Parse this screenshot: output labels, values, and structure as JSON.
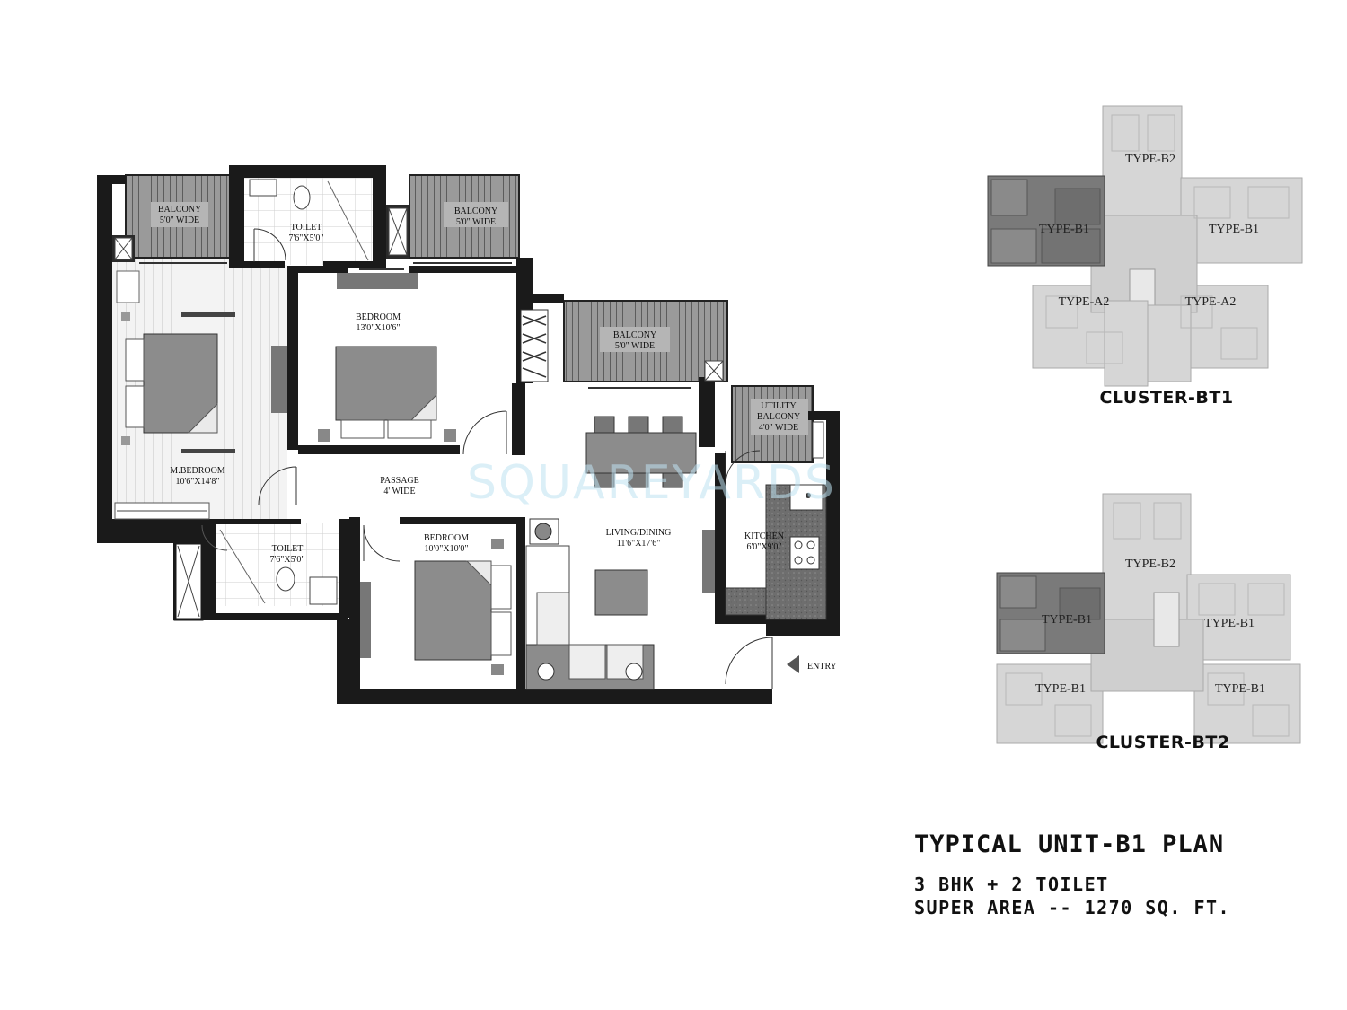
{
  "plan": {
    "rooms": {
      "balcony_left": {
        "name": "BALCONY",
        "size": "5'0\" WIDE"
      },
      "toilet_top": {
        "name": "TOILET",
        "size": "7'6\"X5'0\""
      },
      "balcony_mid": {
        "name": "BALCONY",
        "size": "5'0\" WIDE"
      },
      "bedroom_2": {
        "name": "BEDROOM",
        "size": "13'0\"X10'6\""
      },
      "balcony_right": {
        "name": "BALCONY",
        "size": "5'0\" WIDE"
      },
      "utility_balcony": {
        "line1": "UTILITY",
        "line2": "BALCONY",
        "size": "4'0\" WIDE"
      },
      "master_bedroom": {
        "name": "M.BEDROOM",
        "size": "10'6\"X14'8\""
      },
      "passage": {
        "name": "PASSAGE",
        "size": "4' WIDE"
      },
      "kitchen": {
        "name": "KITCHEN",
        "size": "6'0\"X9'0\""
      },
      "living_dining": {
        "name": "LIVING/DINING",
        "size": "11'6\"X17'6\""
      },
      "toilet_bottom": {
        "name": "TOILET",
        "size": "7'6\"X5'0\""
      },
      "bedroom_3": {
        "name": "BEDROOM",
        "size": "10'0\"X10'0\""
      }
    },
    "entry_label": "ENTRY",
    "watermark": "SQUAREYARDS"
  },
  "clusters": [
    {
      "name": "CLUSTER-BT1",
      "types": [
        "TYPE-B2",
        "TYPE-B1",
        "TYPE-B1",
        "TYPE-A2",
        "TYPE-A2"
      ]
    },
    {
      "name": "CLUSTER-BT2",
      "types": [
        "TYPE-B2",
        "TYPE-B1",
        "TYPE-B1",
        "TYPE-B1",
        "TYPE-B1"
      ]
    }
  ],
  "title": {
    "heading": "TYPICAL UNIT-B1 PLAN",
    "config": "3 BHK + 2 TOILET",
    "area": "SUPER AREA -- 1270 SQ. FT."
  },
  "colors": {
    "wall": "#1a1a1a",
    "furniture": "#8c8c8c",
    "highlight_unit": "#7a7a7a",
    "cluster_base": "#d6d6d6",
    "watermark": "#bfe3f2"
  }
}
